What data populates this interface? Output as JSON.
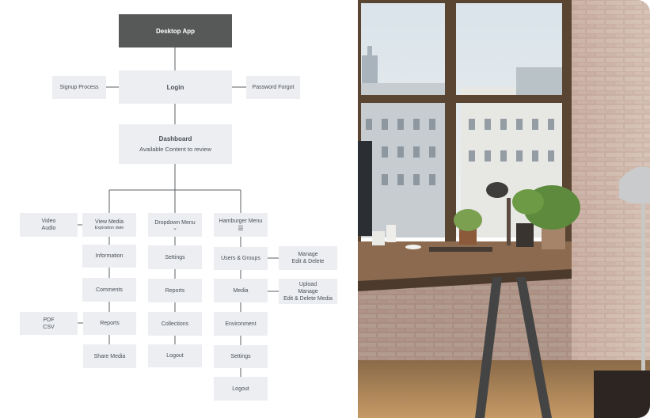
{
  "flowchart": {
    "desktop_app": "Desktop App",
    "login": "Login",
    "signup": "Signup Process",
    "password_forgot": "Password Forgot",
    "dashboard_title": "Dashboard",
    "dashboard_sub": "Available Content to review",
    "video": "Video",
    "audio": "Audio",
    "view_media": "View Media",
    "expiration": "Expiration date",
    "information": "Information",
    "comments": "Comments",
    "reports_left": "Reports",
    "share_media": "Share Media",
    "pdf": "PDF",
    "csv": "CSV",
    "dropdown_menu": "Dropdown Menu",
    "dropdown_arrow": "⌄",
    "settings_mid": "Settings",
    "reports_mid": "Reports",
    "collections": "Collections",
    "logout_mid": "Logout",
    "hamburger_menu": "Hamburger Menu",
    "hamburger_glyph": "☰",
    "users_groups": "Users & Groups",
    "media": "Media",
    "environment": "Environment",
    "settings_right": "Settings",
    "logout_right": "Logout",
    "manage": "Manage",
    "edit_delete": "Edit & Delete",
    "upload": "Upload",
    "manage2": "Manage",
    "edit_delete_media": "Edit & Delete Media"
  },
  "colors": {
    "node": "#eceef1",
    "node_dark": "#575959",
    "line": "#5b5f63"
  }
}
